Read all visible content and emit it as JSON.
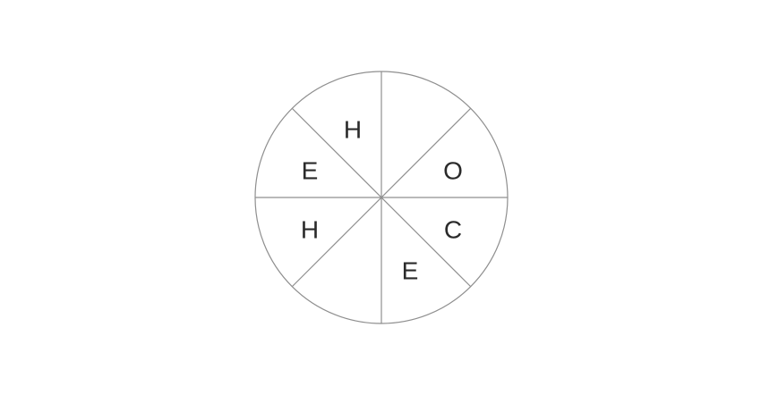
{
  "diagram": {
    "colors": {
      "background": "#ffffff",
      "stroke": "#8f8f8f",
      "text": "#2a2a2a"
    },
    "wedges": [
      {
        "label": "H"
      },
      {
        "label": "O"
      },
      {
        "label": "C"
      },
      {
        "label": "E"
      },
      {
        "label": ""
      },
      {
        "label": "H"
      },
      {
        "label": "E"
      },
      {
        "label": ""
      }
    ]
  }
}
